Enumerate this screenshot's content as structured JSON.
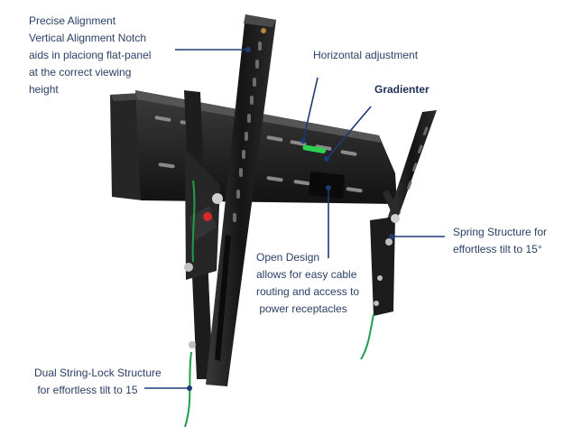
{
  "callouts": {
    "precise_alignment": {
      "lines": [
        "Precise Alignment",
        "Vertical Alignment Notch",
        "aids in placiong flat-panel",
        "at the correct viewing",
        "height"
      ]
    },
    "horizontal_adjustment": {
      "lines": [
        "Horizontal adjustment"
      ]
    },
    "gradienter": {
      "lines": [
        "Gradienter"
      ]
    },
    "spring_structure": {
      "lines": [
        "Spring Structure for",
        "effortless tilt to 15°"
      ]
    },
    "open_design": {
      "lines": [
        "Open Design",
        "allows for easy cable",
        "routing and access to",
        " power receptacles"
      ]
    },
    "dual_string_lock": {
      "lines": [
        "Dual String-Lock Structure",
        " for effortless tilt to 15"
      ]
    }
  },
  "colors": {
    "label_text": "#2a3f66",
    "leader_line": "#1f3a73",
    "mount_body": "#1a1a1a",
    "pull_string": "#1e9e4a",
    "accent_red": "#d42a2a"
  },
  "icons": {
    "product": "tilting-tv-wall-mount-illustration"
  }
}
